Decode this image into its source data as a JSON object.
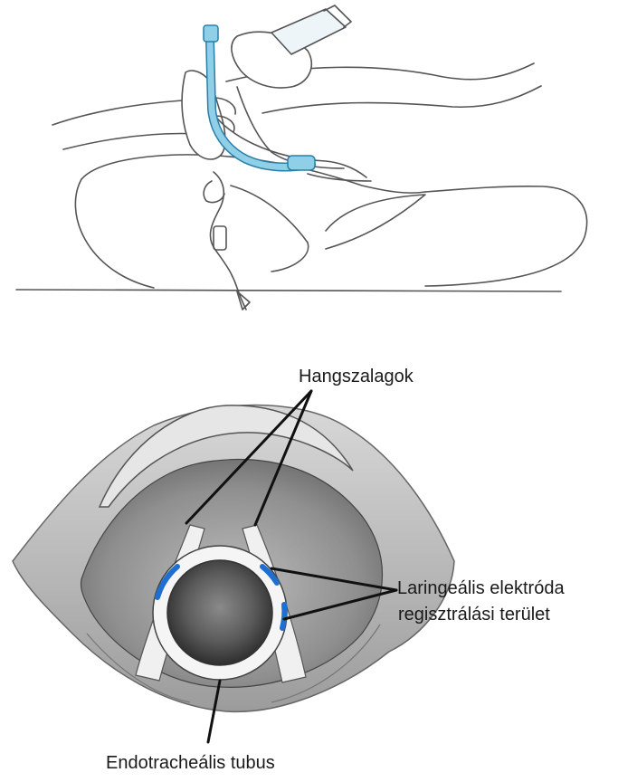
{
  "labels": {
    "vocal_cords": "Hangszalagok",
    "electrode_line1": "Laringeális elektróda",
    "electrode_line2": "regisztrálási terület",
    "endotracheal_tube": "Endotracheális tubus"
  },
  "colors": {
    "tube": "#8fd0e8",
    "tube_outline": "#2b7ea8",
    "electrode": "#1f6fd1",
    "line_art": "#555555",
    "label_text": "#1a1a1a"
  }
}
